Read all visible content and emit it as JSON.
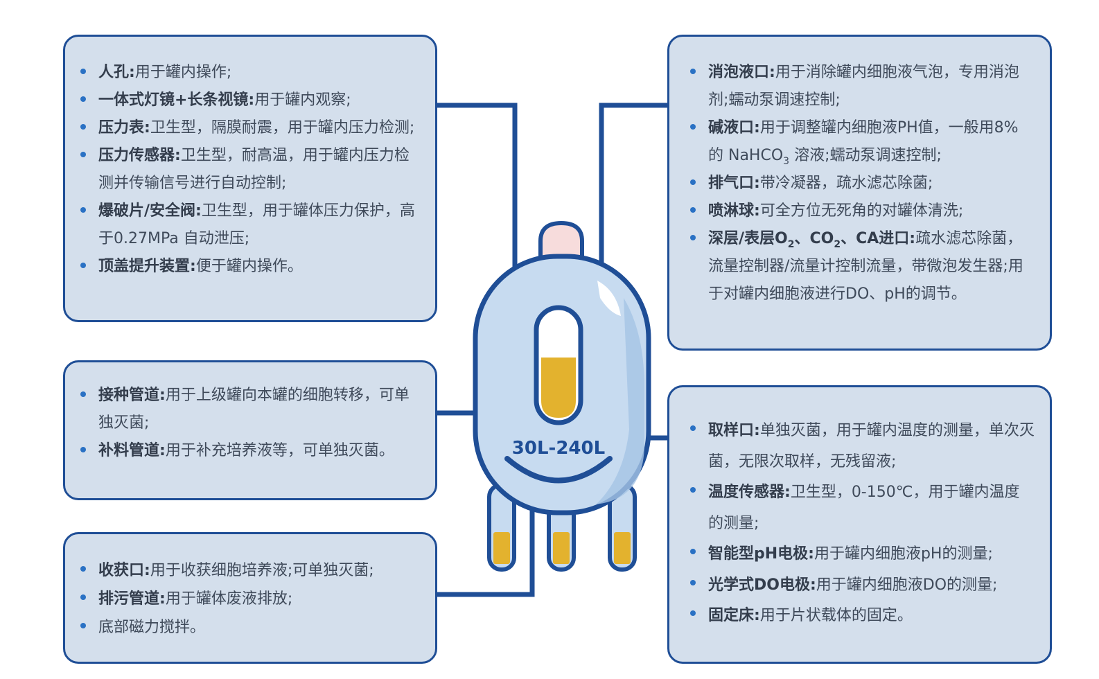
{
  "colors": {
    "box_fill": "#d4dfec",
    "border": "#1f4e96",
    "bullet": "#2a71c4",
    "liquid": "#e3b22e",
    "vessel_fill": "#c7dbf0",
    "cap_fill": "#f7dcdc"
  },
  "vessel_label": "30L-240L",
  "box_top_left": {
    "items": [
      {
        "term": "人孔:",
        "desc": "用于罐内操作;"
      },
      {
        "term": "一体式灯镜+长条视镜:",
        "desc": "用于罐内观察;"
      },
      {
        "term": "压力表:",
        "desc": "卫生型，隔膜耐震，用于罐内压力检测;"
      },
      {
        "term": "压力传感器:",
        "desc": "卫生型，耐高温，用于罐内压力检测并传输信号进行自动控制;"
      },
      {
        "term": "爆破片/安全阀:",
        "desc": "卫生型，用于罐体压力保护，高于0.27MPa 自动泄压;"
      },
      {
        "term": "顶盖提升装置:",
        "desc": "便于罐内操作。"
      }
    ]
  },
  "box_mid_left": {
    "items": [
      {
        "term": "接种管道:",
        "desc": "用于上级罐向本罐的细胞转移，可单独灭菌;"
      },
      {
        "term": "补料管道:",
        "desc": "用于补充培养液等，可单独灭菌。"
      }
    ]
  },
  "box_bottom_left": {
    "items": [
      {
        "term": "收获口:",
        "desc": "用于收获细胞培养液;可单独灭菌;"
      },
      {
        "term": "排污管道:",
        "desc": "用于罐体废液排放;"
      },
      {
        "term": "",
        "desc": "底部磁力搅拌。"
      }
    ]
  },
  "box_top_right": {
    "items": [
      {
        "term": "消泡液口:",
        "desc": "用于消除罐内细胞液气泡，专用消泡剂;蠕动泵调速控制;"
      },
      {
        "term": "碱液口:",
        "desc_a": "用于调整罐内细胞液PH值，一般用8% 的 NaHCO",
        "sub": "3",
        "desc_b": " 溶液;蠕动泵调速控制;"
      },
      {
        "term": "排气口:",
        "desc": "带冷凝器，疏水滤芯除菌;"
      },
      {
        "term": "喷淋球:",
        "desc": "可全方位无死角的对罐体清洗;"
      },
      {
        "term_a": "深层/表层O",
        "sub_a": "2",
        "term_b": "、CO",
        "sub_b": "2",
        "term_c": "、CA进口:",
        "desc": "疏水滤芯除菌，流量控制器/流量计控制流量，带微泡发生器;用于对罐内细胞液进行DO、pH的调节。"
      }
    ]
  },
  "box_bottom_right": {
    "items": [
      {
        "term": "取样口:",
        "desc": "单独灭菌，用于罐内温度的测量，单次灭菌，无限次取样，无残留液;"
      },
      {
        "term": "温度传感器:",
        "desc": "卫生型，0-150℃，用于罐内温度的测量;"
      },
      {
        "term": "智能型pH电极:",
        "desc": "用于罐内细胞液pH的测量;"
      },
      {
        "term": "光学式DO电极:",
        "desc": "用于罐内细胞液DO的测量;"
      },
      {
        "term": "固定床:",
        "desc": "用于片状载体的固定。"
      }
    ]
  }
}
